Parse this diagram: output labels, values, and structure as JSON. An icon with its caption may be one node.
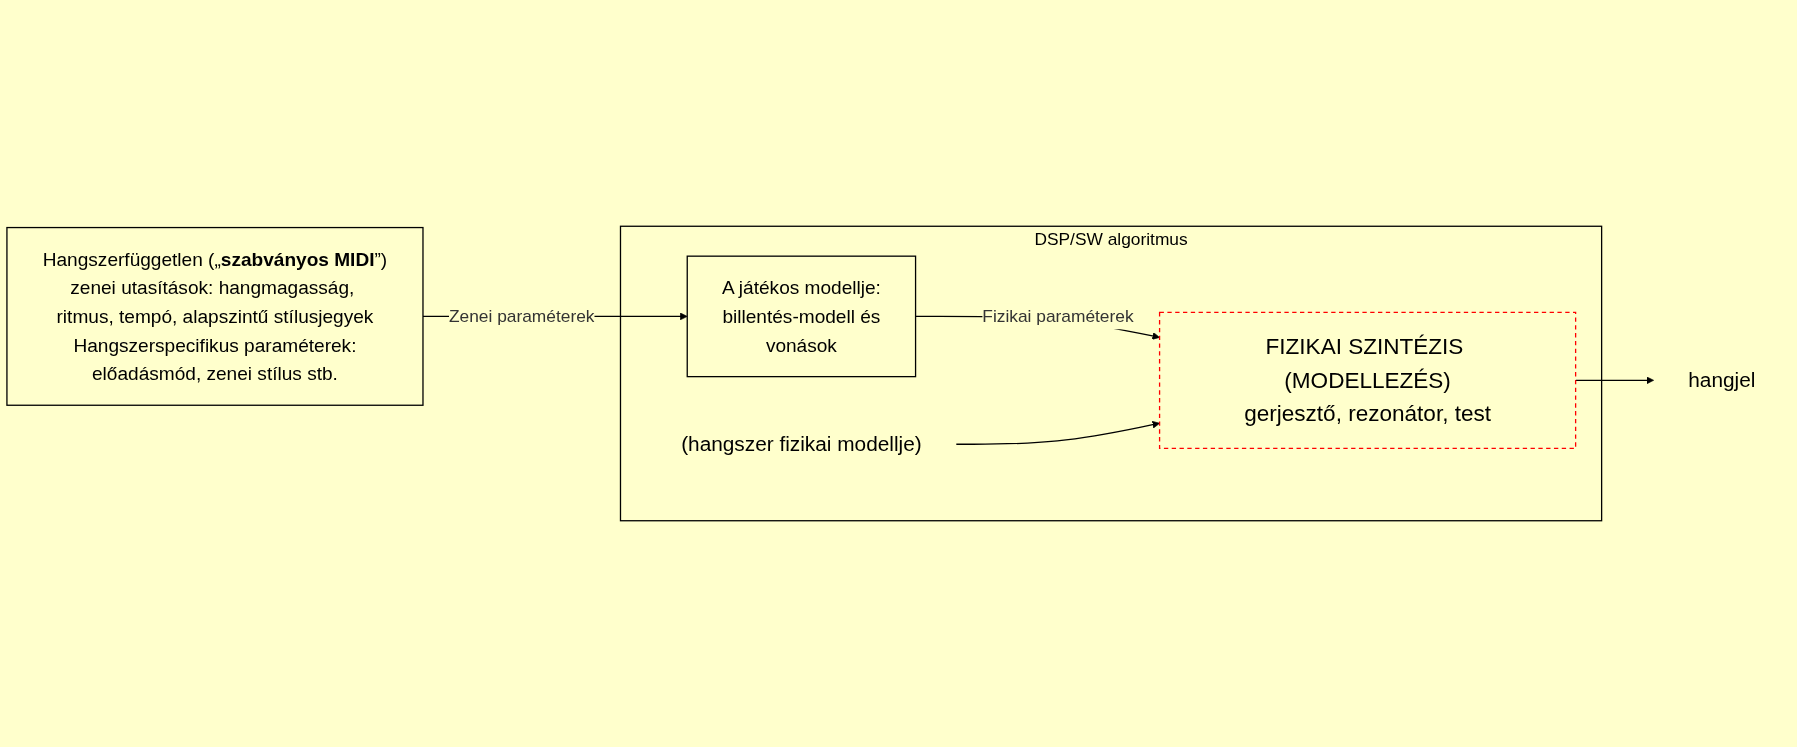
{
  "diagram": {
    "nodes": [
      {
        "text": [
          "Hangszerfüggetlen („**szabványos MIDI**”)",
          "zenei utasítások: hangmagasság, ritmus, tempó, alapszintű stílusjegyek",
          "Hangszerspecifikus paraméterek:",
          "előadásmód, zenei stílus stb."
        ]
      },
      {
        "text": [
          "DSP/SW algoritmus"
        ]
      },
      {
        "text": [
          "A játékos modellje:",
          "billentés-modell és",
          "vonások"
        ],
        "in": 1
      },
      {
        "text": [
          "(hangszer fizikai modellje)"
        ],
        "in": 1
      },
      {
        "text": [
          "FIZIKAI SZINTÉZIS (MODELLEZÉS)",
          "gerjesztő, rezonátor, test"
        ],
        "in": 1
      },
      {
        "text": [
          "hangjel"
        ]
      }
    ],
    "edges": [
      {
        "from": 0,
        "to": 2,
        "arrow": "to",
        "label": "Zenei paraméterek"
      },
      {
        "from": 2,
        "to": 4,
        "arrow": "to",
        "label": "Fizikai paraméterek"
      },
      {
        "from": 3,
        "to": 4,
        "arrow": "to"
      },
      {
        "from": 4,
        "to": 5,
        "arrow": "to"
      }
    ]
  }
}
